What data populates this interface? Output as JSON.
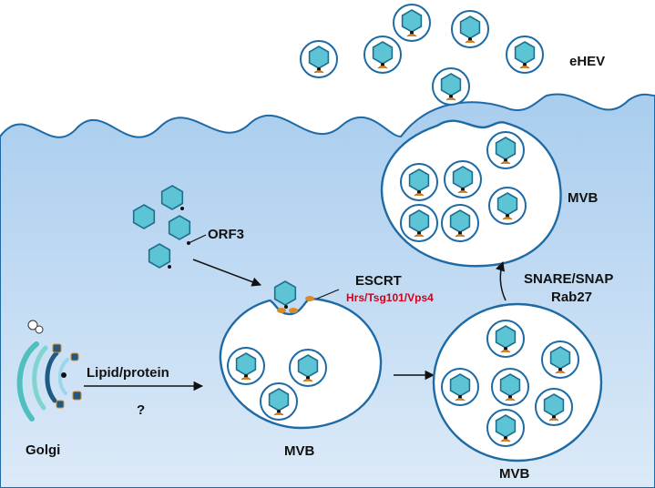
{
  "labels": {
    "ehev": "eHEV",
    "mvb_top": "MVB",
    "orf3": "ORF3",
    "escrt": "ESCRT",
    "escrt_sub": "Hrs/Tsg101/Vps4",
    "snare": "SNARE/SNAP",
    "rab27": "Rab27",
    "lipid": "Lipid/protein",
    "question": "?",
    "golgi": "Golgi",
    "mvb_mid": "MVB",
    "mvb_right": "MVB"
  },
  "colors": {
    "cytoplasm_top": "#a9cdee",
    "cytoplasm_bottom": "#dceaf8",
    "membrane": "#1d6aa5",
    "capsid_fill": "#5cc4d4",
    "capsid_stroke": "#1e6f8e",
    "orf3_mark": "#d98a2a",
    "escrt_text": "#d0021b",
    "golgi_dark": "#1f5a85",
    "golgi_teal": "#4fbfbf"
  }
}
